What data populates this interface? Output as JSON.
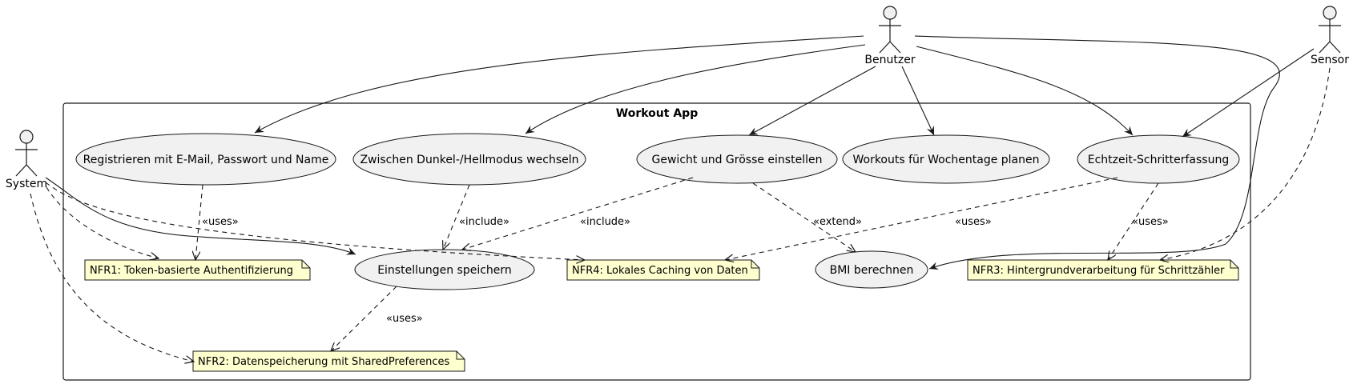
{
  "system_boundary": {
    "title": "Workout App"
  },
  "actors": {
    "benutzer": "Benutzer",
    "sensor": "Sensor",
    "system": "System"
  },
  "use_cases": {
    "registrieren": "Registrieren mit E-Mail, Passwort und Name",
    "modus": "Zwischen Dunkel-/Hellmodus wechseln",
    "gewicht": "Gewicht und Grösse einstellen",
    "workouts": "Workouts für Wochentage planen",
    "schritte": "Echtzeit-Schritterfassung",
    "speichern": "Einstellungen speichern",
    "bmi": "BMI berechnen"
  },
  "notes": {
    "nfr1": "NFR1: Token-basierte Authentifizierung",
    "nfr2": "NFR2: Datenspeicherung mit SharedPreferences",
    "nfr3": "NFR3: Hintergrundverarbeitung für Schrittzähler",
    "nfr4": "NFR4: Lokales Caching von Daten"
  },
  "edge_labels": {
    "include_modus": "«include»",
    "include_gewicht": "«include»",
    "extend_bmi": "«extend»",
    "uses_registrieren": "«uses»",
    "uses_schritte_nfr4": "«uses»",
    "uses_schritte_nfr3": "«uses»",
    "uses_speichern": "«uses»"
  },
  "colors": {
    "usecase_fill": "#f1f1f1",
    "note_fill": "#fefece",
    "stroke": "#181818"
  }
}
